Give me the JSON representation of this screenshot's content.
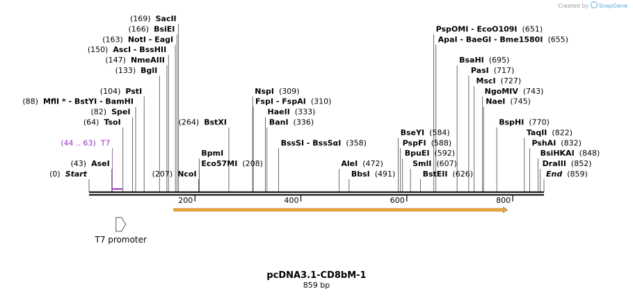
{
  "credit": {
    "prefix": "Created by",
    "brand": "SnapGene"
  },
  "plasmid": {
    "name": "pcDNA3.1-CD8bM-1",
    "length": "859 bp",
    "total_bp": 859
  },
  "colors": {
    "backbone": "#000000",
    "label_purple": "#9b30c8",
    "feature_orange": "#f2a93b",
    "promoter_outline": "#555555"
  },
  "ticks": [
    "200",
    "400",
    "600",
    "800"
  ],
  "tick_values": [
    200,
    400,
    600,
    800
  ],
  "features": [
    {
      "name": "T7 promoter",
      "type": "promoter",
      "start": 44,
      "end": 63
    },
    {
      "name": "",
      "type": "orf",
      "start": 160,
      "end": 790
    }
  ],
  "sites": [
    {
      "pos": "(0)",
      "name": "Start",
      "style": "italic",
      "at": 0,
      "row": 0,
      "side": "left"
    },
    {
      "pos": "(43)",
      "name": "AseI",
      "at": 43,
      "row": 1,
      "side": "left"
    },
    {
      "pos": "(44 .. 63)",
      "name": "T7",
      "style": "purple",
      "at": 44,
      "row": 3,
      "side": "left"
    },
    {
      "pos": "(64)",
      "name": "TsoI",
      "at": 64,
      "row": 5,
      "side": "left"
    },
    {
      "pos": "(82)",
      "name": "SpeI",
      "at": 82,
      "row": 6,
      "side": "left"
    },
    {
      "pos": "(88)",
      "name": "MflI * - BstYI - BamHI",
      "at": 88,
      "row": 7,
      "side": "left"
    },
    {
      "pos": "(104)",
      "name": "PstI",
      "at": 104,
      "row": 8,
      "side": "left"
    },
    {
      "pos": "(133)",
      "name": "BglI",
      "at": 133,
      "row": 10,
      "side": "left"
    },
    {
      "pos": "(147)",
      "name": "NmeAIII",
      "at": 147,
      "row": 11,
      "side": "left"
    },
    {
      "pos": "(150)",
      "name": "AscI - BssHII",
      "at": 150,
      "row": 12,
      "side": "left"
    },
    {
      "pos": "(163)",
      "name": "NotI - EagI",
      "at": 163,
      "row": 13,
      "side": "left"
    },
    {
      "pos": "(166)",
      "name": "BsiEI",
      "at": 166,
      "row": 14,
      "side": "left"
    },
    {
      "pos": "(169)",
      "name": "SacII",
      "at": 169,
      "row": 15,
      "side": "left"
    },
    {
      "pos": "(207)",
      "name": "NcoI",
      "at": 207,
      "row": 0,
      "side": "left"
    },
    {
      "pos": "(208)",
      "name": "Eco57MI",
      "at": 208,
      "row": 1,
      "side": "right"
    },
    {
      "pos": "",
      "name": "BpmI",
      "at": 208,
      "row": 2,
      "side": "right"
    },
    {
      "pos": "(264)",
      "name": "BstXI",
      "at": 264,
      "row": 5,
      "side": "left"
    },
    {
      "pos": "(309)",
      "name": "NspI",
      "at": 309,
      "row": 8,
      "side": "right"
    },
    {
      "pos": "(310)",
      "name": "FspI - FspAI",
      "at": 310,
      "row": 7,
      "side": "right"
    },
    {
      "pos": "(333)",
      "name": "HaeII",
      "at": 333,
      "row": 6,
      "side": "right"
    },
    {
      "pos": "(336)",
      "name": "BanI",
      "at": 336,
      "row": 5,
      "side": "right"
    },
    {
      "pos": "(358)",
      "name": "BssSI - BssSαI",
      "at": 358,
      "row": 3,
      "side": "right"
    },
    {
      "pos": "(472)",
      "name": "AleI",
      "at": 472,
      "row": 1,
      "side": "right"
    },
    {
      "pos": "(491)",
      "name": "BbsI",
      "at": 491,
      "row": 0,
      "side": "right"
    },
    {
      "pos": "(584)",
      "name": "BseYI",
      "at": 584,
      "row": 4,
      "side": "right"
    },
    {
      "pos": "(588)",
      "name": "PspFI",
      "at": 588,
      "row": 3,
      "side": "right"
    },
    {
      "pos": "(592)",
      "name": "BpuEI",
      "at": 592,
      "row": 2,
      "side": "right"
    },
    {
      "pos": "(607)",
      "name": "SmlI",
      "at": 607,
      "row": 1,
      "side": "right"
    },
    {
      "pos": "(626)",
      "name": "BstEII",
      "at": 626,
      "row": 0,
      "side": "right"
    },
    {
      "pos": "(651)",
      "name": "PspOMI - EcoO109I",
      "at": 651,
      "row": 14,
      "side": "right"
    },
    {
      "pos": "(655)",
      "name": "ApaI - BaeGI - Bme1580I",
      "at": 655,
      "row": 13,
      "side": "right"
    },
    {
      "pos": "(695)",
      "name": "BsaHI",
      "at": 695,
      "row": 11,
      "side": "right"
    },
    {
      "pos": "(717)",
      "name": "PasI",
      "at": 717,
      "row": 10,
      "side": "right"
    },
    {
      "pos": "(727)",
      "name": "MscI",
      "at": 727,
      "row": 9,
      "side": "right"
    },
    {
      "pos": "(743)",
      "name": "NgoMIV",
      "at": 743,
      "row": 8,
      "side": "right"
    },
    {
      "pos": "(745)",
      "name": "NaeI",
      "at": 745,
      "row": 7,
      "side": "right"
    },
    {
      "pos": "(770)",
      "name": "BspHI",
      "at": 770,
      "row": 5,
      "side": "right"
    },
    {
      "pos": "(822)",
      "name": "TaqII",
      "at": 822,
      "row": 4,
      "side": "right"
    },
    {
      "pos": "(832)",
      "name": "PshAI",
      "at": 832,
      "row": 3,
      "side": "right"
    },
    {
      "pos": "(848)",
      "name": "BsiHKAI",
      "at": 848,
      "row": 2,
      "side": "right"
    },
    {
      "pos": "(852)",
      "name": "DraIII",
      "at": 852,
      "row": 1,
      "side": "right"
    },
    {
      "pos": "(859)",
      "name": "End",
      "style": "italic",
      "at": 859,
      "row": 0,
      "side": "right"
    }
  ]
}
